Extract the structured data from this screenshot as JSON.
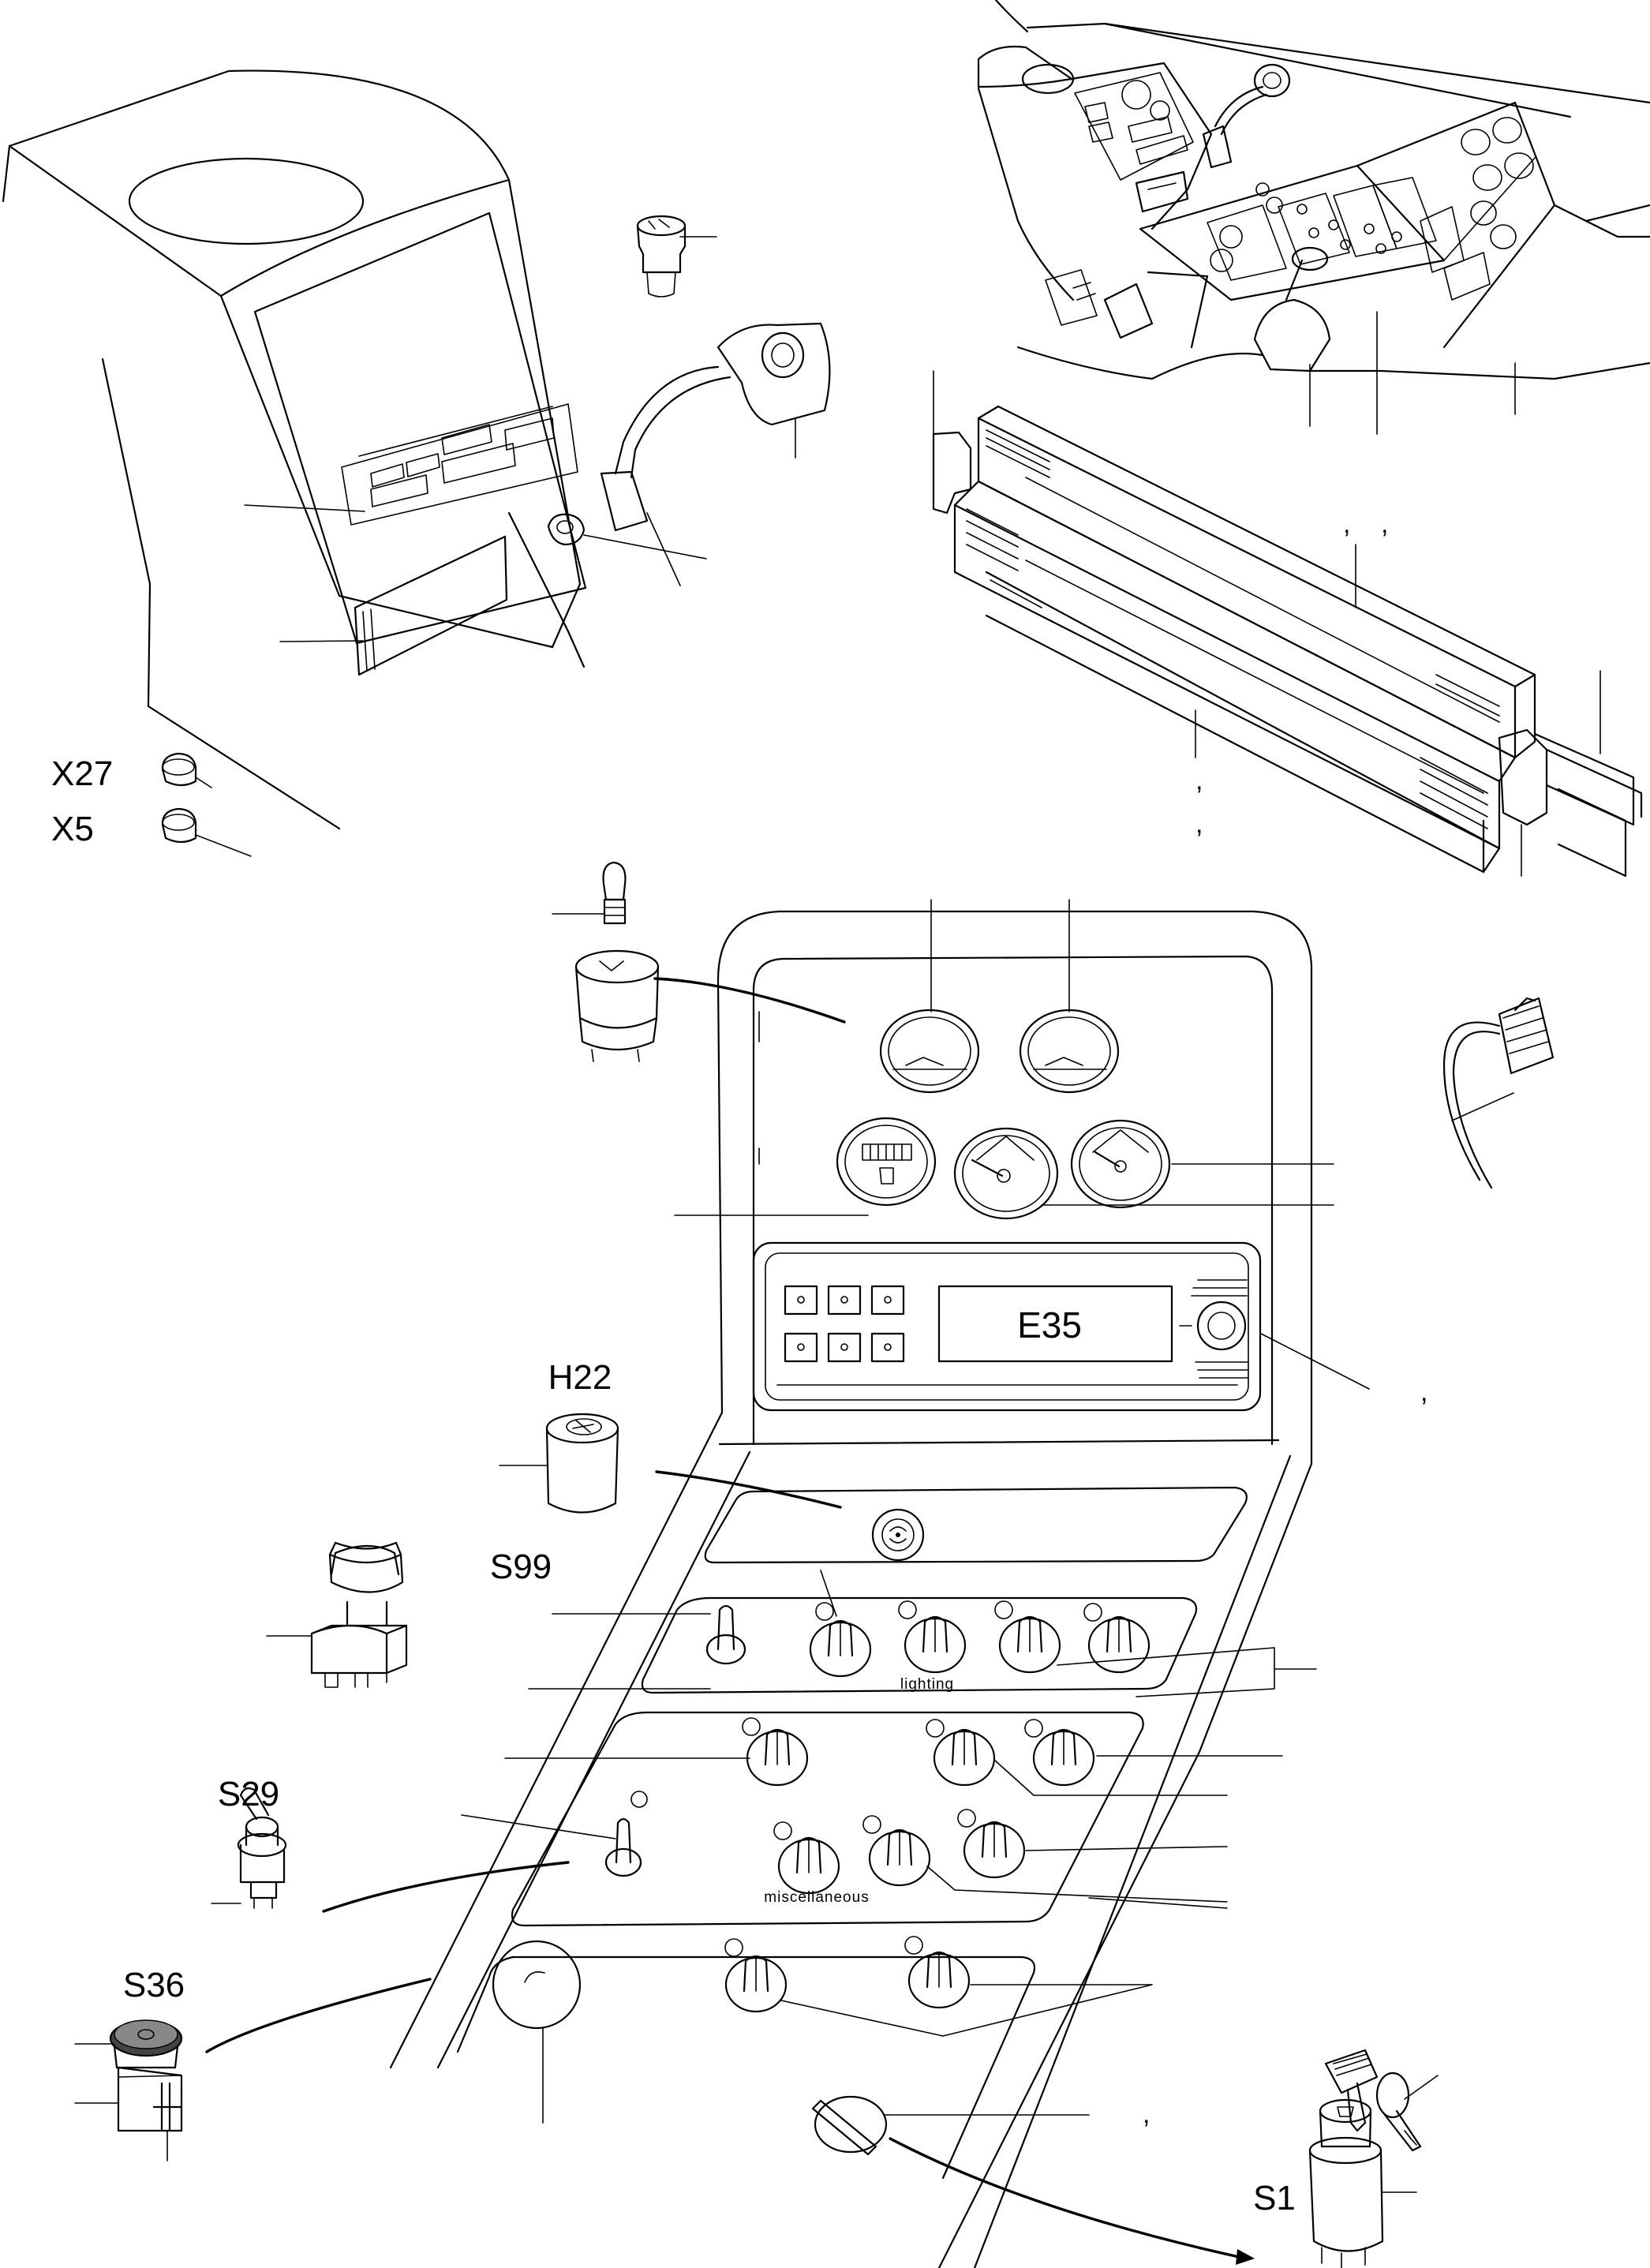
{
  "labels": {
    "x27": "X27",
    "x5": "X5",
    "e35": "E35",
    "h22": "H22",
    "s99": "S99",
    "s29": "S29",
    "s36": "S36",
    "s1": "S1"
  },
  "panel_text": {
    "lighting": "lighting",
    "miscellaneous": "miscellaneous"
  },
  "marks": {
    "c1": ",",
    "c2": ",",
    "c3": ",",
    "c4": ",",
    "c5": ",",
    "c6": ","
  }
}
